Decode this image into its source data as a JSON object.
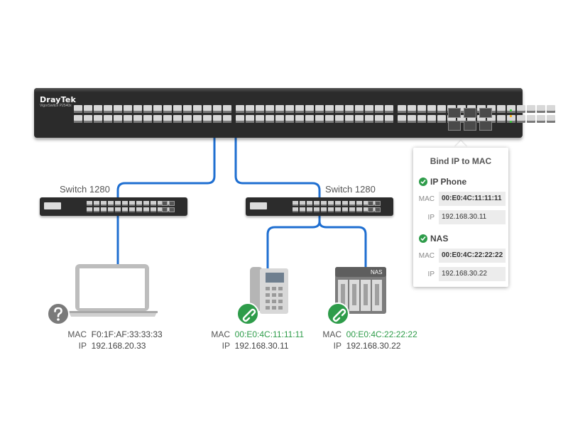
{
  "main_switch": {
    "brand": "DrayTek",
    "model": "VigorSwitch P2540x"
  },
  "switch_left": {
    "label": "Switch 1280"
  },
  "switch_right": {
    "label": "Switch 1280"
  },
  "panel": {
    "title": "Bind IP to MAC",
    "entries": [
      {
        "name": "IP Phone",
        "mac_label": "MAC",
        "mac": "00:E0:4C:11:11:11",
        "ip_label": "IP",
        "ip": "192.168.30.11"
      },
      {
        "name": "NAS",
        "mac_label": "MAC",
        "mac": "00:E0:4C:22:22:22",
        "ip_label": "IP",
        "ip": "192.168.30.22"
      }
    ]
  },
  "devices": {
    "laptop": {
      "mac_label": "MAC",
      "mac": "F0:1F:AF:33:33:33",
      "ip_label": "IP",
      "ip": "192.168.20.33",
      "status_icon": "question-icon"
    },
    "phone": {
      "mac_label": "MAC",
      "mac": "00:E0:4C:11:11:11",
      "ip_label": "IP",
      "ip": "192.168.30.11",
      "status_icon": "link-icon"
    },
    "nas": {
      "label": "NAS",
      "mac_label": "MAC",
      "mac": "00:E0:4C:22:22:22",
      "ip_label": "IP",
      "ip": "192.168.30.22",
      "status_icon": "link-icon"
    }
  },
  "colors": {
    "wire": "#1f6fd1",
    "verified_green": "#2e9c4a",
    "unknown_grey": "#7a7a7a"
  }
}
